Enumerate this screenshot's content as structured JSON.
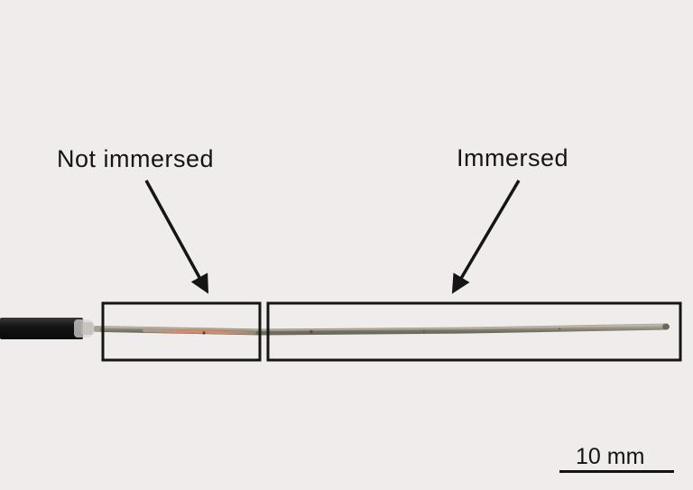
{
  "labels": {
    "not_immersed": "Not immersed",
    "immersed": "Immersed"
  },
  "scale_bar": {
    "text": "10 mm"
  },
  "colors": {
    "background": "#f0eceb",
    "cable_jacket": "#1c1c1c",
    "wire": "#8a8576",
    "copper_tint": "#e8906e",
    "outline": "#151515"
  }
}
